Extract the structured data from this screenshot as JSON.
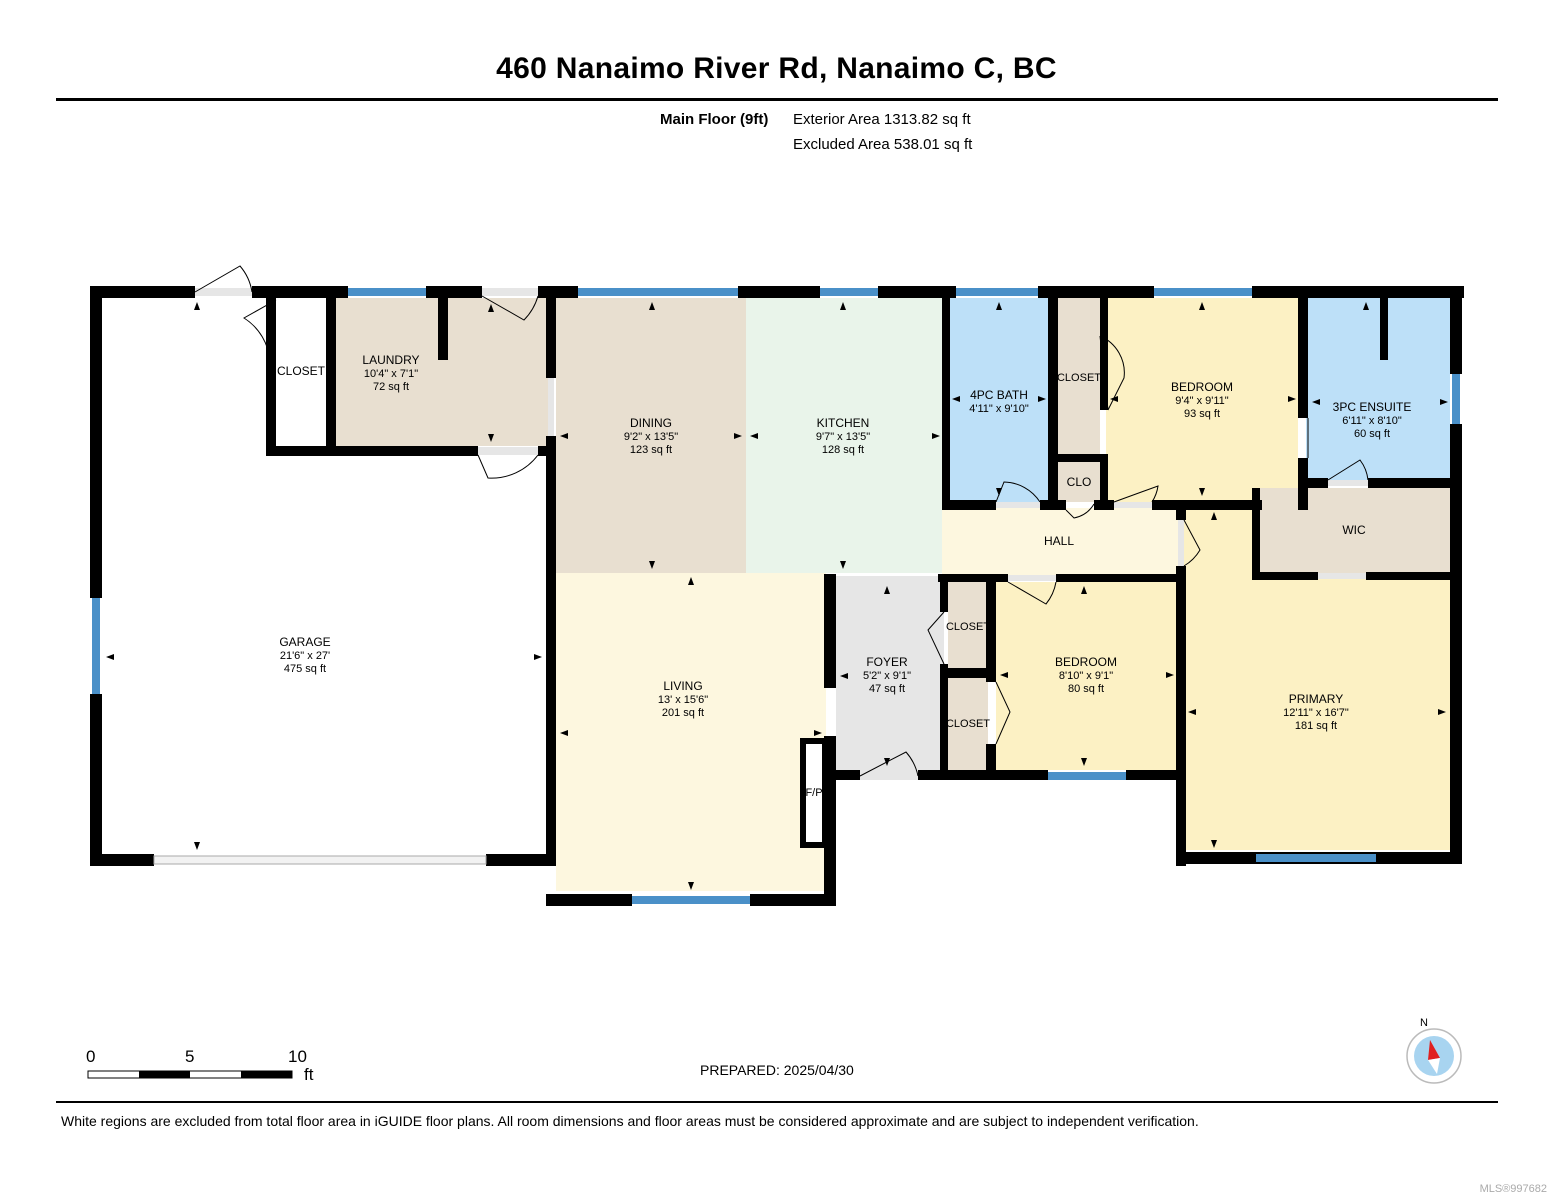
{
  "header": {
    "title": "460 Nanaimo River Rd, Nanaimo C, BC",
    "floor_label": "Main Floor (9ft)",
    "exterior_area": "Exterior Area 1313.82 sq ft",
    "excluded_area": "Excluded Area 538.01 sq ft"
  },
  "rooms": {
    "closet_garage": {
      "name": "CLOSET"
    },
    "laundry": {
      "name": "LAUNDRY",
      "dims": "10'4\" x 7'1\"",
      "area": "72 sq ft"
    },
    "dining": {
      "name": "DINING",
      "dims": "9'2\" x 13'5\"",
      "area": "123 sq ft"
    },
    "kitchen": {
      "name": "KITCHEN",
      "dims": "9'7\" x 13'5\"",
      "area": "128 sq ft"
    },
    "bath4pc": {
      "name": "4PC BATH",
      "dims": "4'11\" x 9'10\""
    },
    "closet_hall": {
      "name": "CLOSET"
    },
    "clo": {
      "name": "CLO"
    },
    "bedroom1": {
      "name": "BEDROOM",
      "dims": "9'4\" x 9'11\"",
      "area": "93 sq ft"
    },
    "ensuite": {
      "name": "3PC ENSUITE",
      "dims": "6'11\" x 8'10\"",
      "area": "60 sq ft"
    },
    "wic": {
      "name": "WIC"
    },
    "hall": {
      "name": "HALL"
    },
    "garage": {
      "name": "GARAGE",
      "dims": "21'6\" x 27'",
      "area": "475 sq ft"
    },
    "living": {
      "name": "LIVING",
      "dims": "13' x 15'6\"",
      "area": "201 sq ft"
    },
    "fp": {
      "name": "F/P"
    },
    "foyer": {
      "name": "FOYER",
      "dims": "5'2\" x 9'1\"",
      "area": "47 sq ft"
    },
    "closet_foyer1": {
      "name": "CLOSET"
    },
    "closet_foyer2": {
      "name": "CLOSET"
    },
    "bedroom2": {
      "name": "BEDROOM",
      "dims": "8'10\" x 9'1\"",
      "area": "80 sq ft"
    },
    "primary": {
      "name": "PRIMARY",
      "dims": "12'11\" x 16'7\"",
      "area": "181 sq ft"
    }
  },
  "scale": {
    "t0": "0",
    "t5": "5",
    "t10": "10",
    "unit": "ft"
  },
  "compass": {
    "north": "N"
  },
  "prepared": "PREPARED: 2025/04/30",
  "footer": "White regions are excluded from total floor area in iGUIDE floor plans. All room dimensions and floor areas must be considered approximate and are subject to independent verification.",
  "watermark": "MLS®997682",
  "colors": {
    "wall": "#000000",
    "window": "#4a90c8",
    "tan": "#e8dfd0",
    "mint": "#e9f4ea",
    "blue": "#bde0f8",
    "yellow": "#fcf1c4",
    "cream": "#fdf7df",
    "grey": "#e6e6e6",
    "compass_red": "#e02020",
    "compass_blue": "#a8d4f0"
  }
}
